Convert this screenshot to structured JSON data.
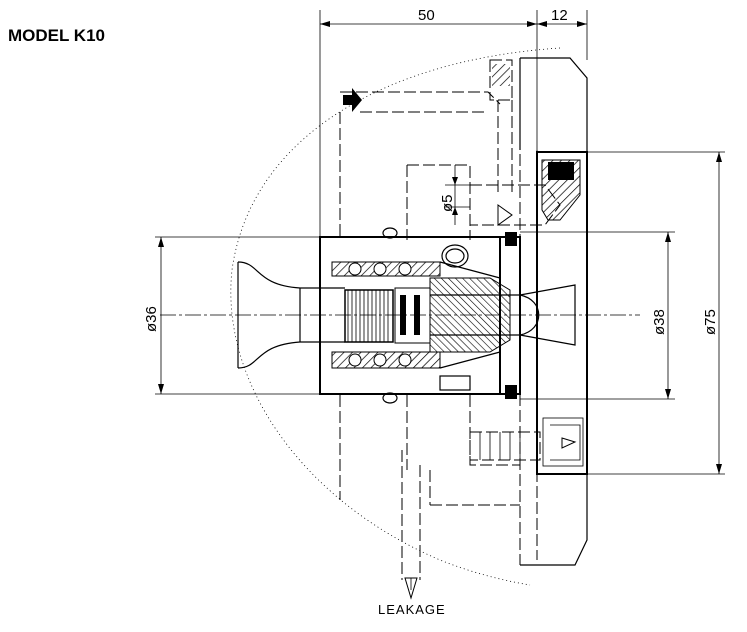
{
  "title": "MODEL K10",
  "dimensions": {
    "width_main": "50",
    "width_flange": "12",
    "dia_bolt": "ø5",
    "dia_shaft": "ø36",
    "dia_bore": "ø38",
    "dia_flange": "ø75"
  },
  "callouts": {
    "leakage": "LEAKAGE"
  },
  "icons": {
    "inlet_arrow": "arrow-right-icon",
    "outlet_arrow": "arrow-down-icon"
  }
}
